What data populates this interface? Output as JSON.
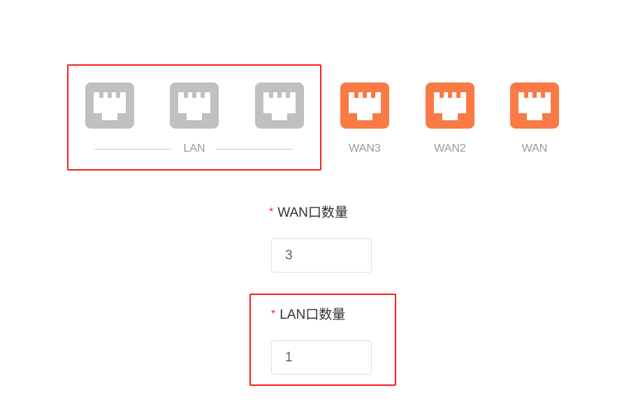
{
  "ports": [
    {
      "type": "lan",
      "color": "#c0c0c0"
    },
    {
      "type": "lan",
      "color": "#c0c0c0"
    },
    {
      "type": "lan",
      "color": "#c0c0c0"
    },
    {
      "type": "wan",
      "label": "WAN3",
      "color": "#fa7a45"
    },
    {
      "type": "wan",
      "label": "WAN2",
      "color": "#fa7a45"
    },
    {
      "type": "wan",
      "label": "WAN",
      "color": "#fa7a45"
    }
  ],
  "lan_group_label": "LAN",
  "form": {
    "required_mark": "*",
    "wan_count_label": "WAN口数量",
    "wan_count_value": "3",
    "lan_count_label": "LAN口数量",
    "lan_count_value": "1"
  },
  "highlight_color": "#f5221b"
}
